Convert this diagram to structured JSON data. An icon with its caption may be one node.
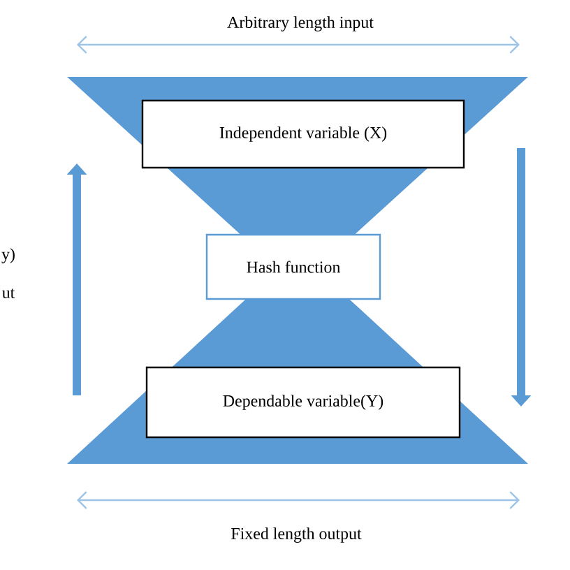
{
  "diagram": {
    "nodes": [
      {
        "text": [
          "Independent variable (X)"
        ]
      },
      {
        "text": [
          "Hash function"
        ]
      },
      {
        "text": [
          "Dependable variable(Y)"
        ]
      }
    ],
    "labels": [
      "Arbitrary length input",
      "y)",
      "ut",
      "Fixed length output"
    ]
  }
}
